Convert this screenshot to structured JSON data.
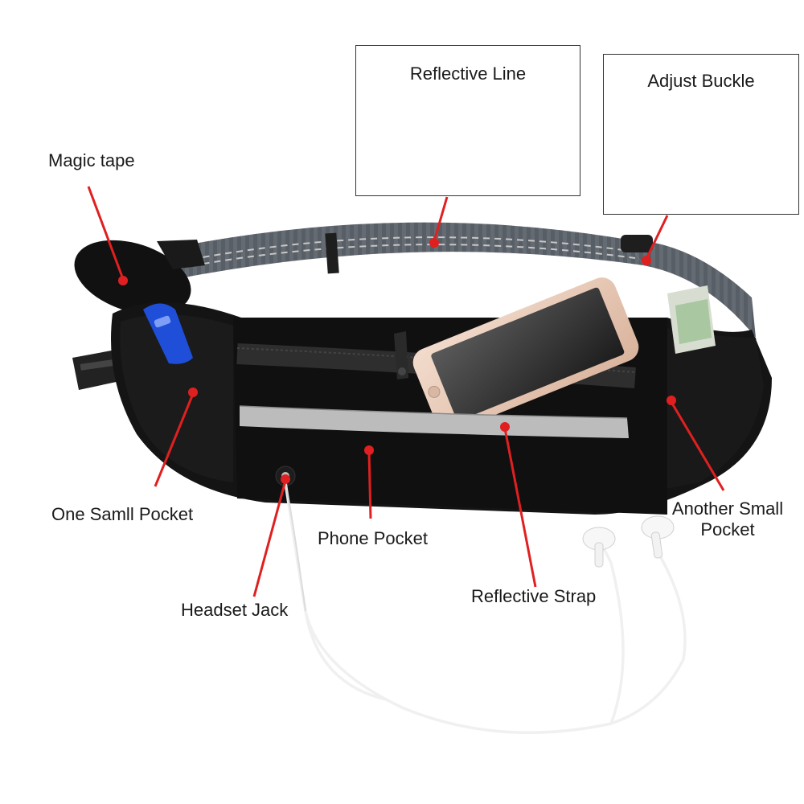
{
  "callouts": {
    "magic_tape": "Magic tape",
    "reflective_line": "Reflective Line",
    "adjust_buckle": "Adjust Buckle",
    "one_small_pocket": "One Samll Pocket",
    "phone_pocket": "Phone Pocket",
    "another_small_pocket": "Another Small Pocket",
    "headset_jack": "Headset Jack",
    "reflective_strap": "Reflective Strap"
  },
  "colors": {
    "pointer_red": "#e02020",
    "belt_black": "#141414",
    "strap_gray": "#5a6068",
    "reflective_gray": "#b8b8b8",
    "buckle_blue": "#1f4fd8",
    "phone_rose_gold": "#e8c9b6"
  }
}
